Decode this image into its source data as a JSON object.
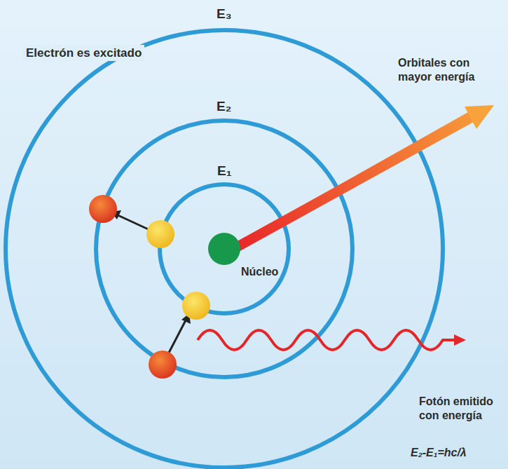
{
  "diagram": {
    "labels": [
      "E₃",
      "E₂",
      "E₁",
      "Electrón es excitado",
      "Orbitales con mayor energía",
      "Núcleo",
      "Fotón emitido con energía",
      "E₂-E₁=hc/λ"
    ]
  }
}
